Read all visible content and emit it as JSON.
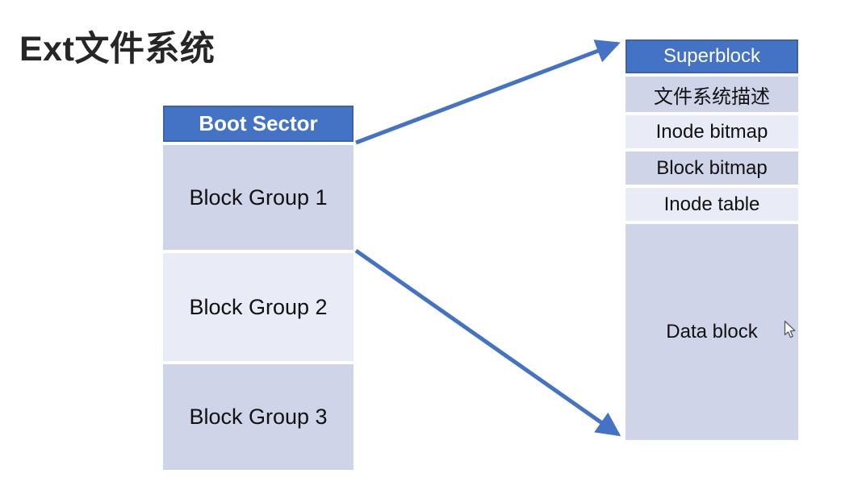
{
  "title": "Ext文件系统",
  "disk_column": {
    "header": "Boot Sector",
    "rows": [
      {
        "label": "Block Group 1"
      },
      {
        "label": "Block Group 2"
      },
      {
        "label": "Block Group 3"
      }
    ]
  },
  "block_group_detail": {
    "header": "Superblock",
    "rows": [
      {
        "label": "文件系统描述"
      },
      {
        "label": "Inode bitmap"
      },
      {
        "label": "Block bitmap"
      },
      {
        "label": "Inode table"
      },
      {
        "label": "Data block"
      }
    ]
  },
  "connections": [
    {
      "from": "Boot Sector / Block Group 1 boundary",
      "to": "Superblock top"
    },
    {
      "from": "Block Group 1 / Block Group 2 boundary",
      "to": "Data block bottom"
    }
  ],
  "icons": {
    "cursor": "mouse-arrow-pointer"
  },
  "colors": {
    "header_blue": "#4472c4",
    "header_border": "#3a63ad",
    "row_dark": "#cfd4e9",
    "row_light": "#e9ebf6",
    "arrow_blue": "#4472c4",
    "title_text": "#262626",
    "header_text": "#ffffff",
    "cell_text": "#111111",
    "background": "#ffffff"
  }
}
